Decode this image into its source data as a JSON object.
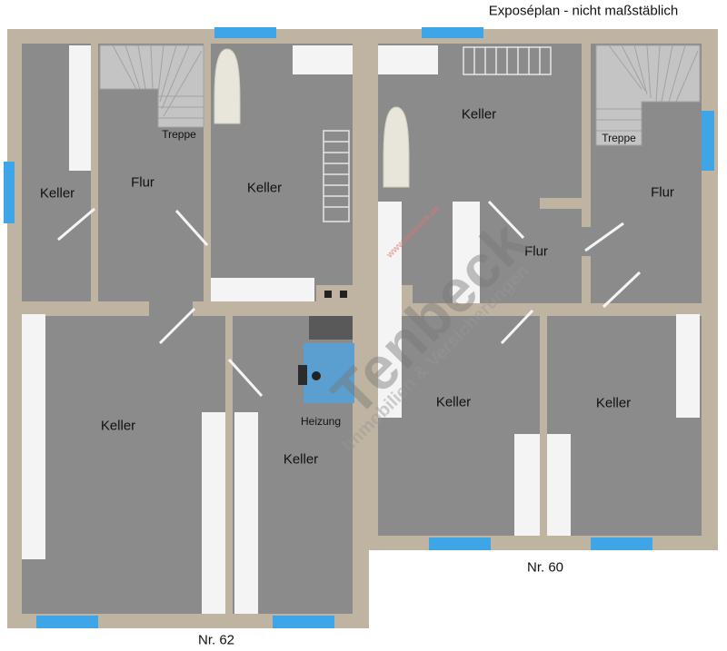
{
  "header": {
    "title": "Exposéplan - nicht maßstäblich"
  },
  "houses": {
    "nr62": "Nr. 62",
    "nr60": "Nr. 60"
  },
  "rooms": {
    "left_keller_small": "Keller",
    "left_flur": "Flur",
    "left_treppe": "Treppe",
    "left_keller_upper": "Keller",
    "left_keller_big": "Keller",
    "left_heizung": "Heizung",
    "left_keller_lower": "Keller",
    "right_keller_upper": "Keller",
    "right_treppe": "Treppe",
    "right_flur_upper": "Flur",
    "right_flur_mid": "Flur",
    "right_keller_lower_left": "Keller",
    "right_keller_lower_right": "Keller"
  },
  "watermark": {
    "brand": "Tenbeck",
    "tagline": "Immobilien & Versicherungen",
    "url": "www.tenbeck.de"
  },
  "colors": {
    "wall": "#bfb4a1",
    "floor": "#8b8b8b",
    "window": "#3ea6e6",
    "furniture": "#f4f4f4",
    "heating": "#5b9fd0"
  }
}
